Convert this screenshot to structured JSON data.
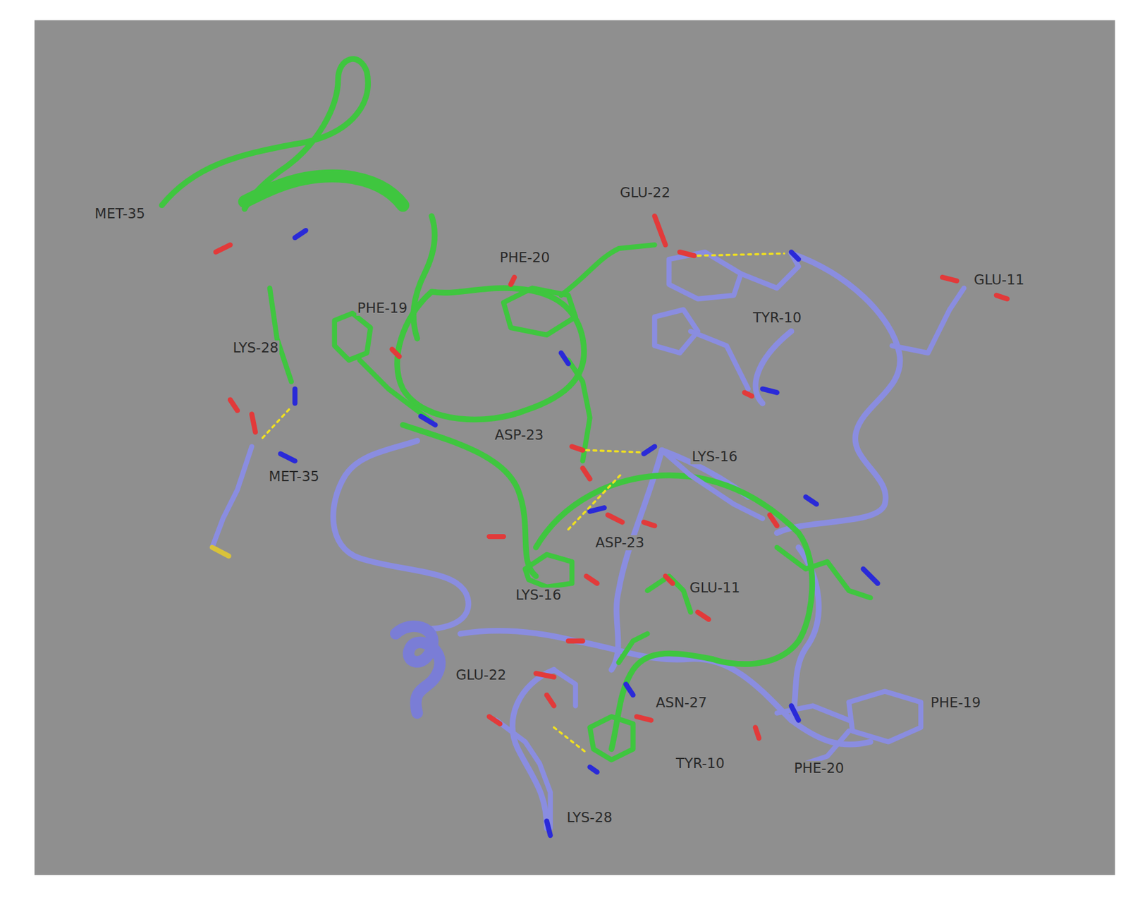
{
  "diagram": {
    "labels": [
      "MET-35",
      "GLU-22",
      "PHE-20",
      "GLU-11",
      "PHE-19",
      "TYR-10",
      "LYS-28",
      "ASP-23",
      "LYS-16",
      "MET-35",
      "ASP-23",
      "LYS-16",
      "GLU-11",
      "GLU-22",
      "ASN-27",
      "PHE-19",
      "TYR-10",
      "PHE-20",
      "LYS-28"
    ]
  }
}
